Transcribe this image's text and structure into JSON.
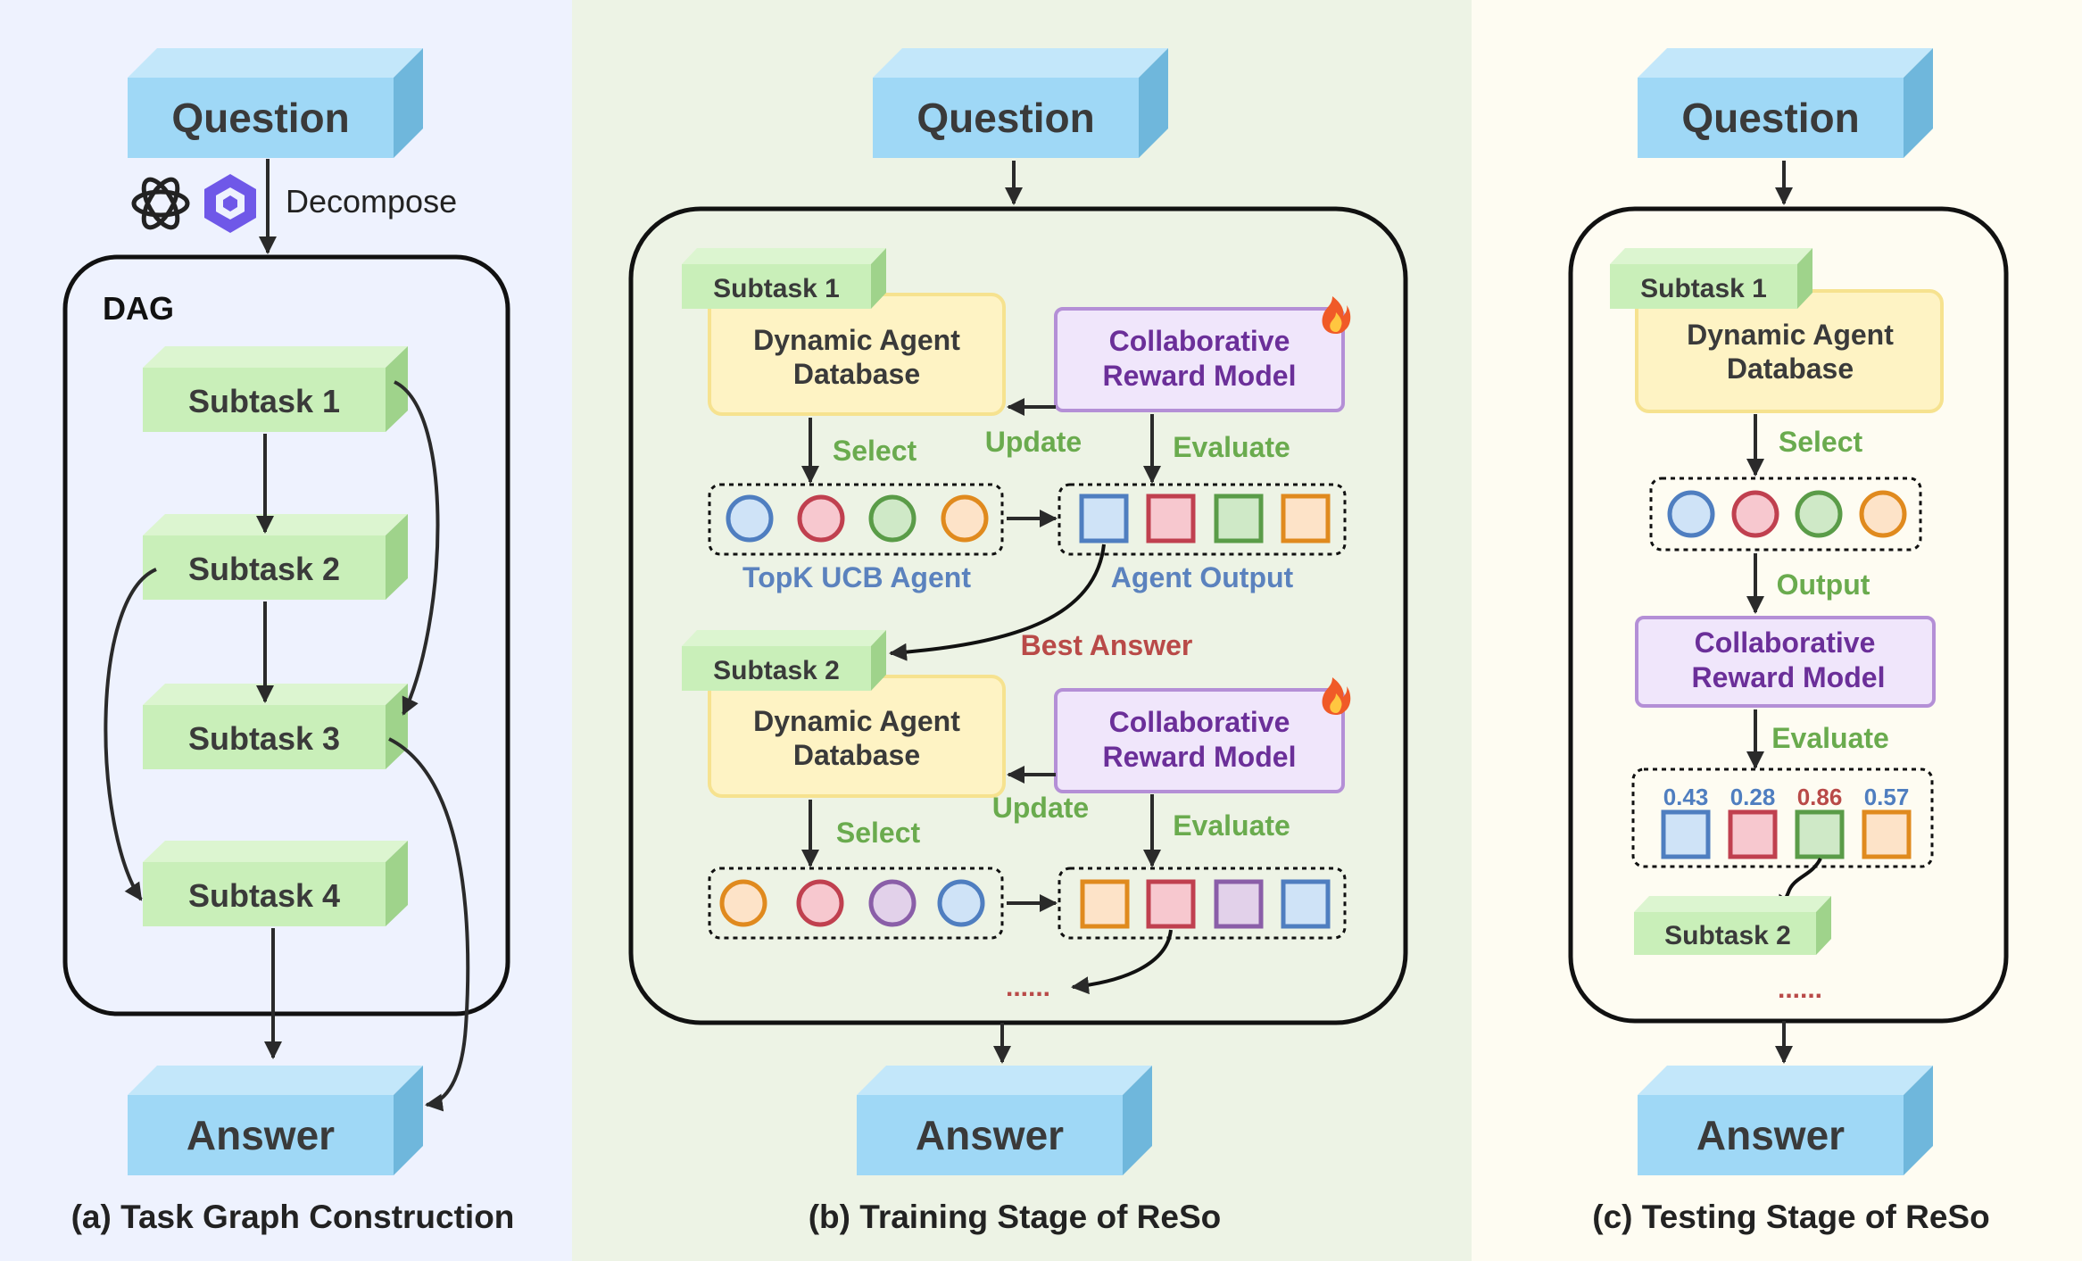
{
  "panels": {
    "a": {
      "caption": "(a) Task Graph Construction",
      "question": "Question",
      "decompose": "Decompose",
      "dag": "DAG",
      "subtasks": [
        "Subtask 1",
        "Subtask 2",
        "Subtask 3",
        "Subtask 4"
      ],
      "answer": "Answer"
    },
    "b": {
      "caption": "(b) Training Stage of ReSo",
      "question": "Question",
      "answer": "Answer",
      "subtask1": "Subtask 1",
      "subtask2": "Subtask 2",
      "db": [
        "Dynamic Agent",
        "Database"
      ],
      "crm": [
        "Collaborative",
        "Reward Model"
      ],
      "select": "Select",
      "update": "Update",
      "evaluate": "Evaluate",
      "topk": "TopK UCB Agent",
      "agent_output": "Agent Output",
      "best_answer": "Best Answer",
      "ellipsis": "......"
    },
    "c": {
      "caption": "(c) Testing Stage of ReSo",
      "question": "Question",
      "answer": "Answer",
      "subtask1": "Subtask 1",
      "subtask2": "Subtask 2",
      "db": [
        "Dynamic Agent",
        "Database"
      ],
      "crm": [
        "Collaborative",
        "Reward Model"
      ],
      "select": "Select",
      "output": "Output",
      "evaluate": "Evaluate",
      "scores": [
        "0.43",
        "0.28",
        "0.86",
        "0.57"
      ],
      "ellipsis": "......"
    }
  },
  "colors": {
    "panel_a_bg": "#eef2fe",
    "panel_b_bg": "#edf3e5",
    "panel_c_bg": "#fefcf2",
    "blue_box": "#9fd8f6",
    "green_box": "#c9efb9",
    "yellow_box": "#fef3c4",
    "purple_box": "#f0e6fb",
    "green_text": "#6aab4e",
    "blue_text": "#5b82be",
    "red_text": "#b94a48",
    "purple_text": "#6b2f99"
  },
  "icons": [
    "openai-logo-icon",
    "qwen-logo-icon",
    "fire-icon"
  ]
}
